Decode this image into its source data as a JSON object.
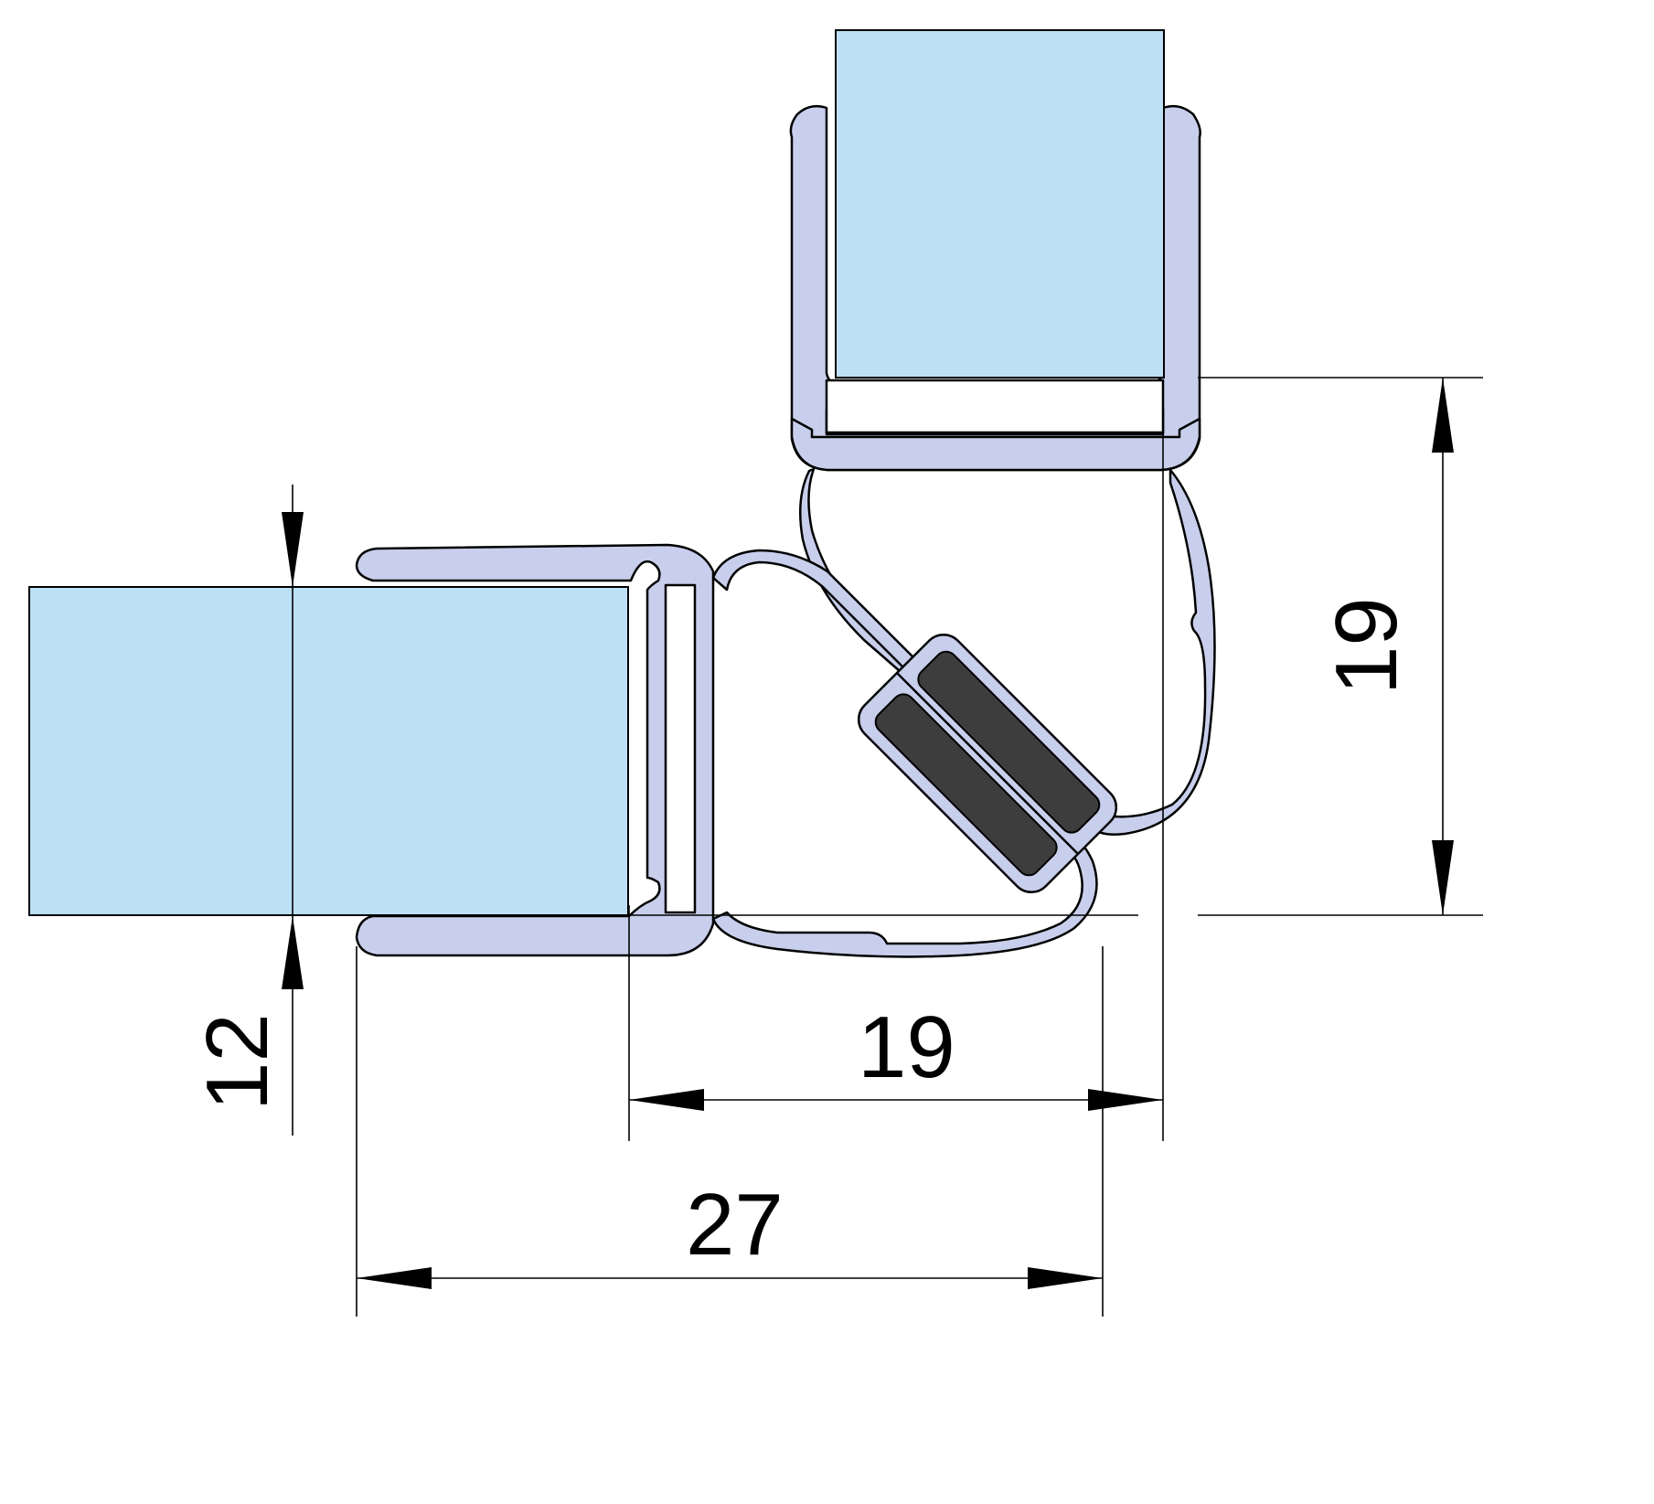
{
  "dimensions": {
    "left_glass_gap": "12",
    "horizontal_offset": "19",
    "overall_width": "27",
    "vertical_offset": "19"
  },
  "colors": {
    "glass": "#bde0f5",
    "profile": "#c8cfec",
    "magnet": "#3d3d3d",
    "line": "#000000"
  }
}
